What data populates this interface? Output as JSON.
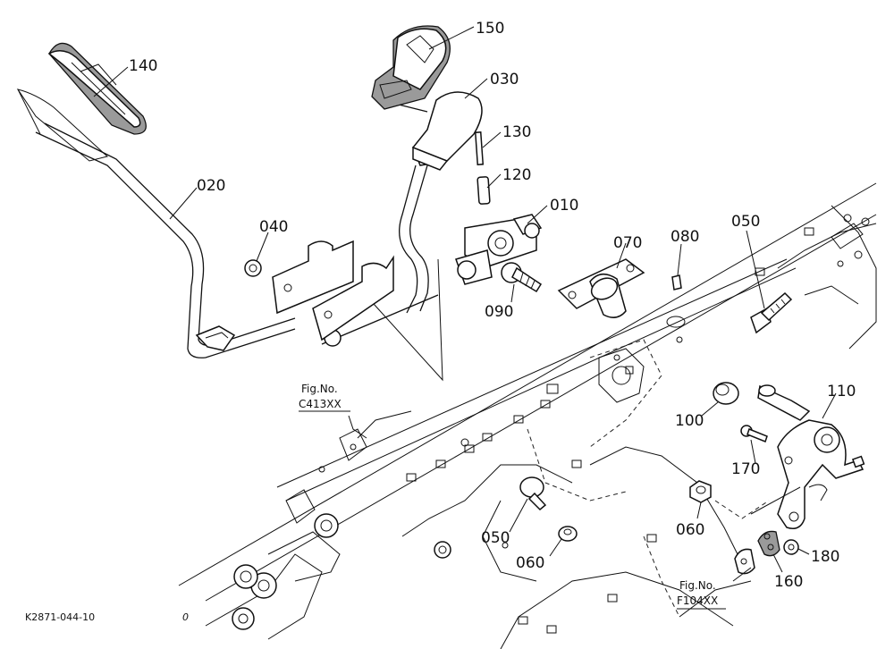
{
  "parts": [
    {
      "id": "p150",
      "label": "150"
    },
    {
      "id": "p140",
      "label": "140"
    },
    {
      "id": "p030",
      "label": "030"
    },
    {
      "id": "p130",
      "label": "130"
    },
    {
      "id": "p120",
      "label": "120"
    },
    {
      "id": "p020",
      "label": "020"
    },
    {
      "id": "p010",
      "label": "010"
    },
    {
      "id": "p040",
      "label": "040"
    },
    {
      "id": "p070",
      "label": "070"
    },
    {
      "id": "p080",
      "label": "080"
    },
    {
      "id": "p050a",
      "label": "050"
    },
    {
      "id": "p090",
      "label": "090"
    },
    {
      "id": "p110",
      "label": "110"
    },
    {
      "id": "p100",
      "label": "100"
    },
    {
      "id": "p170",
      "label": "170"
    },
    {
      "id": "p060a",
      "label": "060"
    },
    {
      "id": "p050b",
      "label": "050"
    },
    {
      "id": "p060b",
      "label": "060"
    },
    {
      "id": "p180",
      "label": "180"
    },
    {
      "id": "p160",
      "label": "160"
    }
  ],
  "references": [
    {
      "id": "ref1",
      "title": "Fig.No.",
      "code": "C413XX"
    },
    {
      "id": "ref2",
      "title": "Fig.No.",
      "code": "F104XX"
    }
  ],
  "footer": {
    "drawing_id": "K2871-044-10",
    "mark": "0"
  }
}
